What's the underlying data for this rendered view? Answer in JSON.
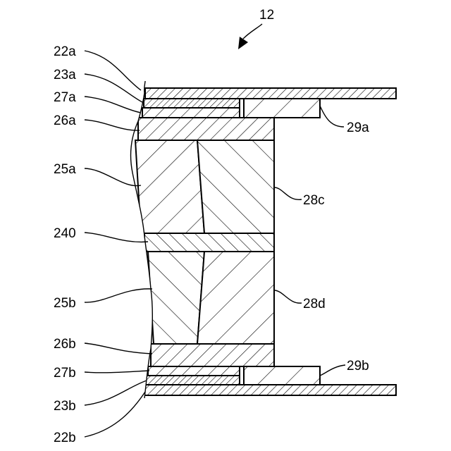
{
  "figure_number": "12",
  "labels": {
    "l22a": "22a",
    "l23a": "23a",
    "l27a": "27a",
    "l26a": "26a",
    "l25a": "25a",
    "l240": "240",
    "l25b": "25b",
    "l26b": "26b",
    "l27b": "27b",
    "l23b": "23b",
    "l22b": "22b",
    "l29a": "29a",
    "l28c": "28c",
    "l28d": "28d",
    "l29b": "29b"
  }
}
